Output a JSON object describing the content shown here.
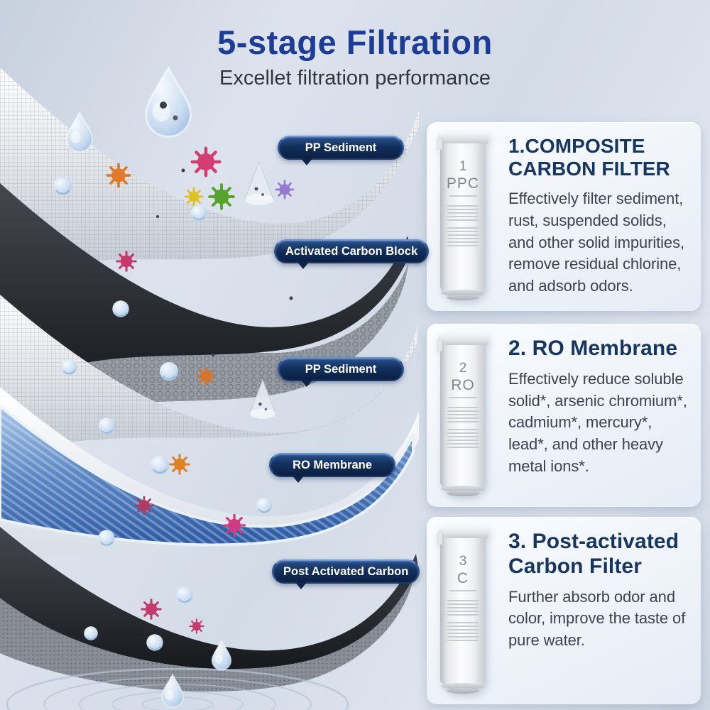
{
  "header": {
    "title": "5-stage Filtration",
    "subtitle": "Excellet filtration performance"
  },
  "filter_layers": [
    {
      "label": "PP Sediment"
    },
    {
      "label": "Activated Carbon Block"
    },
    {
      "label": "PP Sediment"
    },
    {
      "label": "RO Membrane"
    },
    {
      "label": "Post Activated Carbon"
    }
  ],
  "cards": [
    {
      "title": "1.COMPOSITE CARBON FILTER",
      "body": "Effectively filter sediment, rust, suspended solids, and other solid impurities, remove residual chlorine, and adsorb odors.",
      "cartridge": {
        "number": "1",
        "code": "PPC"
      }
    },
    {
      "title": "2. RO Membrane",
      "body": "Effectively reduce soluble solid*, arsenic chromium*, cadmium*, mercury*, lead*, and other heavy metal ions*.",
      "cartridge": {
        "number": "2",
        "code": "RO"
      }
    },
    {
      "title": "3. Post-activated Carbon Filter",
      "body": "Further absorb odor and color, improve the taste of pure water.",
      "cartridge": {
        "number": "3",
        "code": "C"
      }
    }
  ],
  "colors": {
    "title_blue": "#1c3c96",
    "card_title_navy": "#17365f",
    "badge_navy": "#0e2449",
    "body_text": "#3d434c",
    "ro_membrane_blue": "#3a6cb4",
    "carbon_dark": "#26282e"
  }
}
